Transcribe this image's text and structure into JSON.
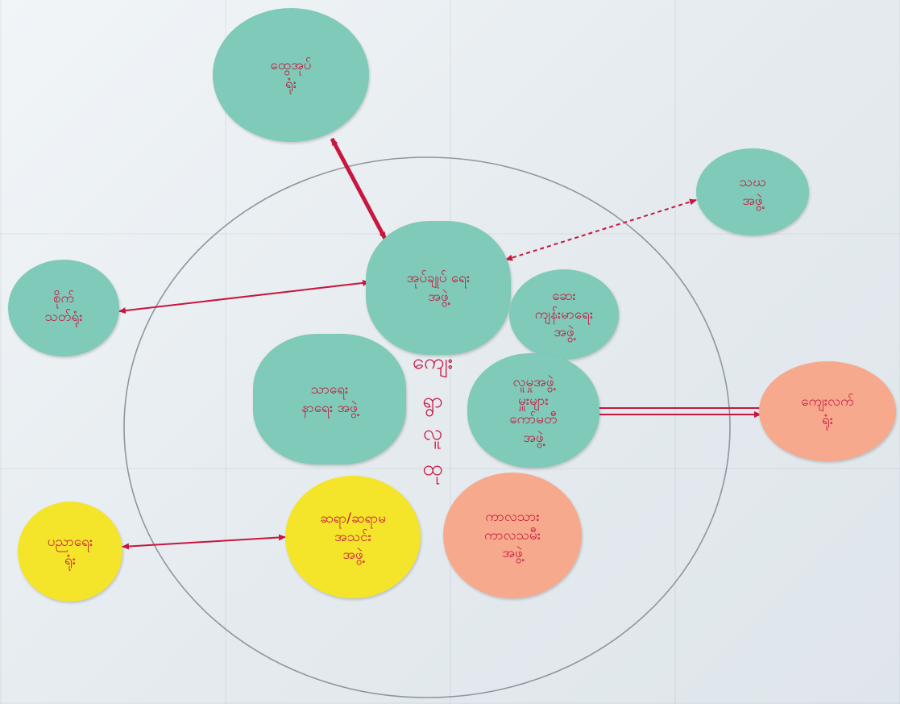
{
  "notes": {
    "top": [
      "ထွေအုပ်",
      "ရုံး"
    ],
    "far_right_top": [
      "သဃ",
      "အဖွဲ့"
    ],
    "left": [
      "စိုက်",
      "သတ်ရုံး"
    ],
    "center_top": [
      "အုပ်ချုပ် ရေး",
      "အဖွဲ့"
    ],
    "right_small": [
      "ဆေး",
      "ကျန်းမာရေး",
      "အဖွဲ့"
    ],
    "center_left": [
      "သာရေး",
      "နာရေး အဖွဲ့"
    ],
    "center_right": [
      "လူမှုအဖွဲ့",
      "မှူးများ",
      "ကော်မတီ",
      "အဖွဲ့"
    ],
    "far_right": [
      "ကျေးလက်",
      "ရုံး"
    ],
    "bottom_left_far": [
      "ပညာရေး",
      "ရုံး"
    ],
    "bottom_center_left": [
      "ဆရာ/ဆရာမ",
      "အသင်း",
      "အဖွဲ့"
    ],
    "bottom_center_right": [
      "ကာလသား",
      "ကာလသမီး",
      "အဖွဲ့"
    ]
  },
  "center_label": [
    "ကျေး",
    "ရွာ",
    "လူ",
    "ထု"
  ],
  "colors": {
    "teal": "#7fcab8",
    "yellow": "#f4e52a",
    "salmon": "#f7a98d",
    "ink_red": "#c8163e",
    "circle_line": "#8f96a0"
  }
}
